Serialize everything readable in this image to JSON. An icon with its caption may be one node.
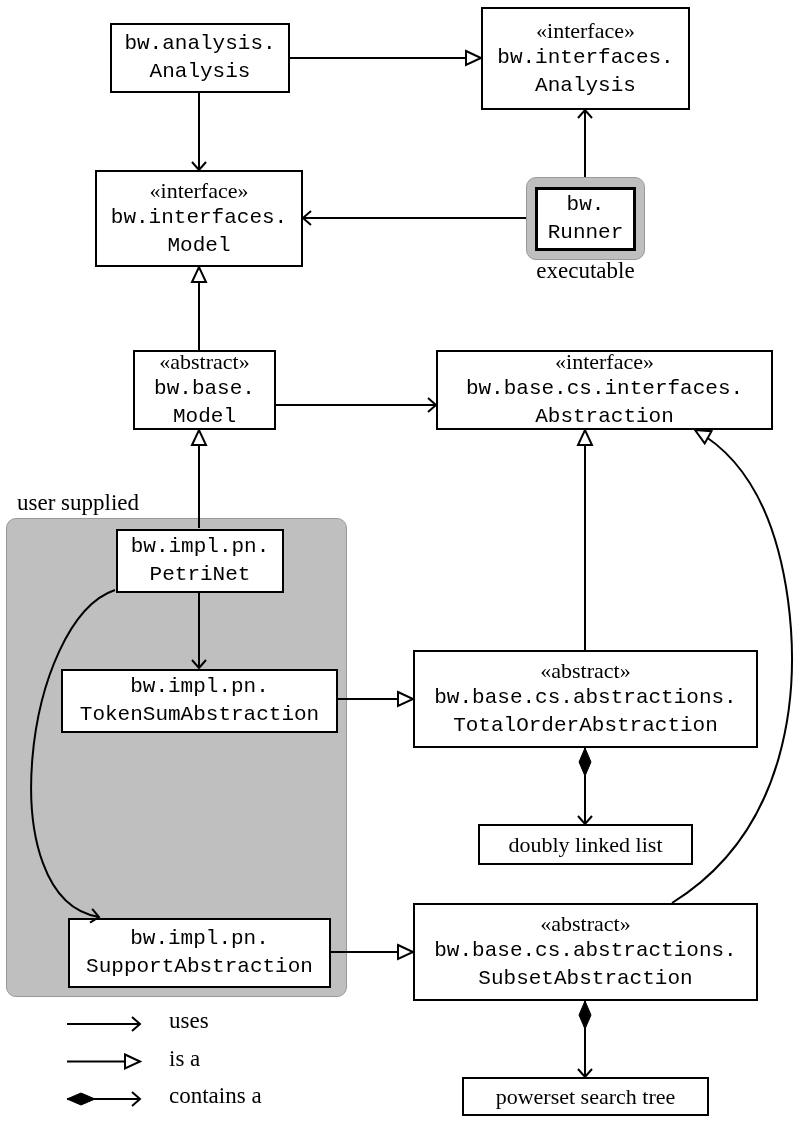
{
  "diagram": {
    "nodes": [
      {
        "text": [
          "bw.analysis. Analysis"
        ]
      },
      {
        "text": [
          "«interface»",
          "bw.interfaces. Analysis"
        ]
      },
      {
        "text": [
          "«interface»",
          "bw.interfaces. Model"
        ]
      },
      {
        "text": [
          "bw. Runner"
        ],
        "beside": [
          "executable"
        ]
      },
      {
        "text": [
          "«abstract»",
          "bw.base. Model"
        ]
      },
      {
        "text": [
          "«interface»",
          "bw.base.cs.interfaces. Abstraction"
        ]
      },
      {
        "text": [
          "user supplied"
        ]
      },
      {
        "text": [
          "bw.impl.pn. PetriNet"
        ],
        "in": 6
      },
      {
        "text": [
          "bw.impl.pn. TokenSumAbstraction"
        ],
        "in": 6
      },
      {
        "text": [
          "«abstract»",
          "bw.base.cs.abstractions. TotalOrderAbstraction"
        ]
      },
      {
        "text": [
          "doubly linked list"
        ]
      },
      {
        "text": [
          "bw.impl.pn. SupportAbstraction"
        ],
        "in": 6
      },
      {
        "text": [
          "«abstract»",
          "bw.base.cs.abstractions. SubsetAbstraction"
        ]
      },
      {
        "text": [
          "powerset search tree"
        ]
      }
    ],
    "edges": [
      {
        "from": 0,
        "to": 1,
        "arrow": "to"
      },
      {
        "from": 0,
        "to": 2,
        "arrow": "to"
      },
      {
        "from": 3,
        "to": 1,
        "arrow": "to"
      },
      {
        "from": 3,
        "to": 2,
        "arrow": "to"
      },
      {
        "from": 4,
        "to": 2,
        "arrow": "to"
      },
      {
        "from": 4,
        "to": 5,
        "arrow": "to"
      },
      {
        "from": 7,
        "to": 4,
        "arrow": "to"
      },
      {
        "from": 7,
        "to": 8,
        "arrow": "to"
      },
      {
        "from": 7,
        "to": 11,
        "arrow": "to"
      },
      {
        "from": 8,
        "to": 9,
        "arrow": "to"
      },
      {
        "from": 9,
        "to": 5,
        "arrow": "to"
      },
      {
        "from": 9,
        "to": 10,
        "arrow": "to"
      },
      {
        "from": 11,
        "to": 12,
        "arrow": "to"
      },
      {
        "from": 12,
        "to": 5,
        "arrow": "to"
      },
      {
        "from": 12,
        "to": 13,
        "arrow": "to"
      }
    ],
    "legend": [
      {
        "text": "uses"
      },
      {
        "text": "is a"
      },
      {
        "text": "contains a"
      }
    ]
  }
}
